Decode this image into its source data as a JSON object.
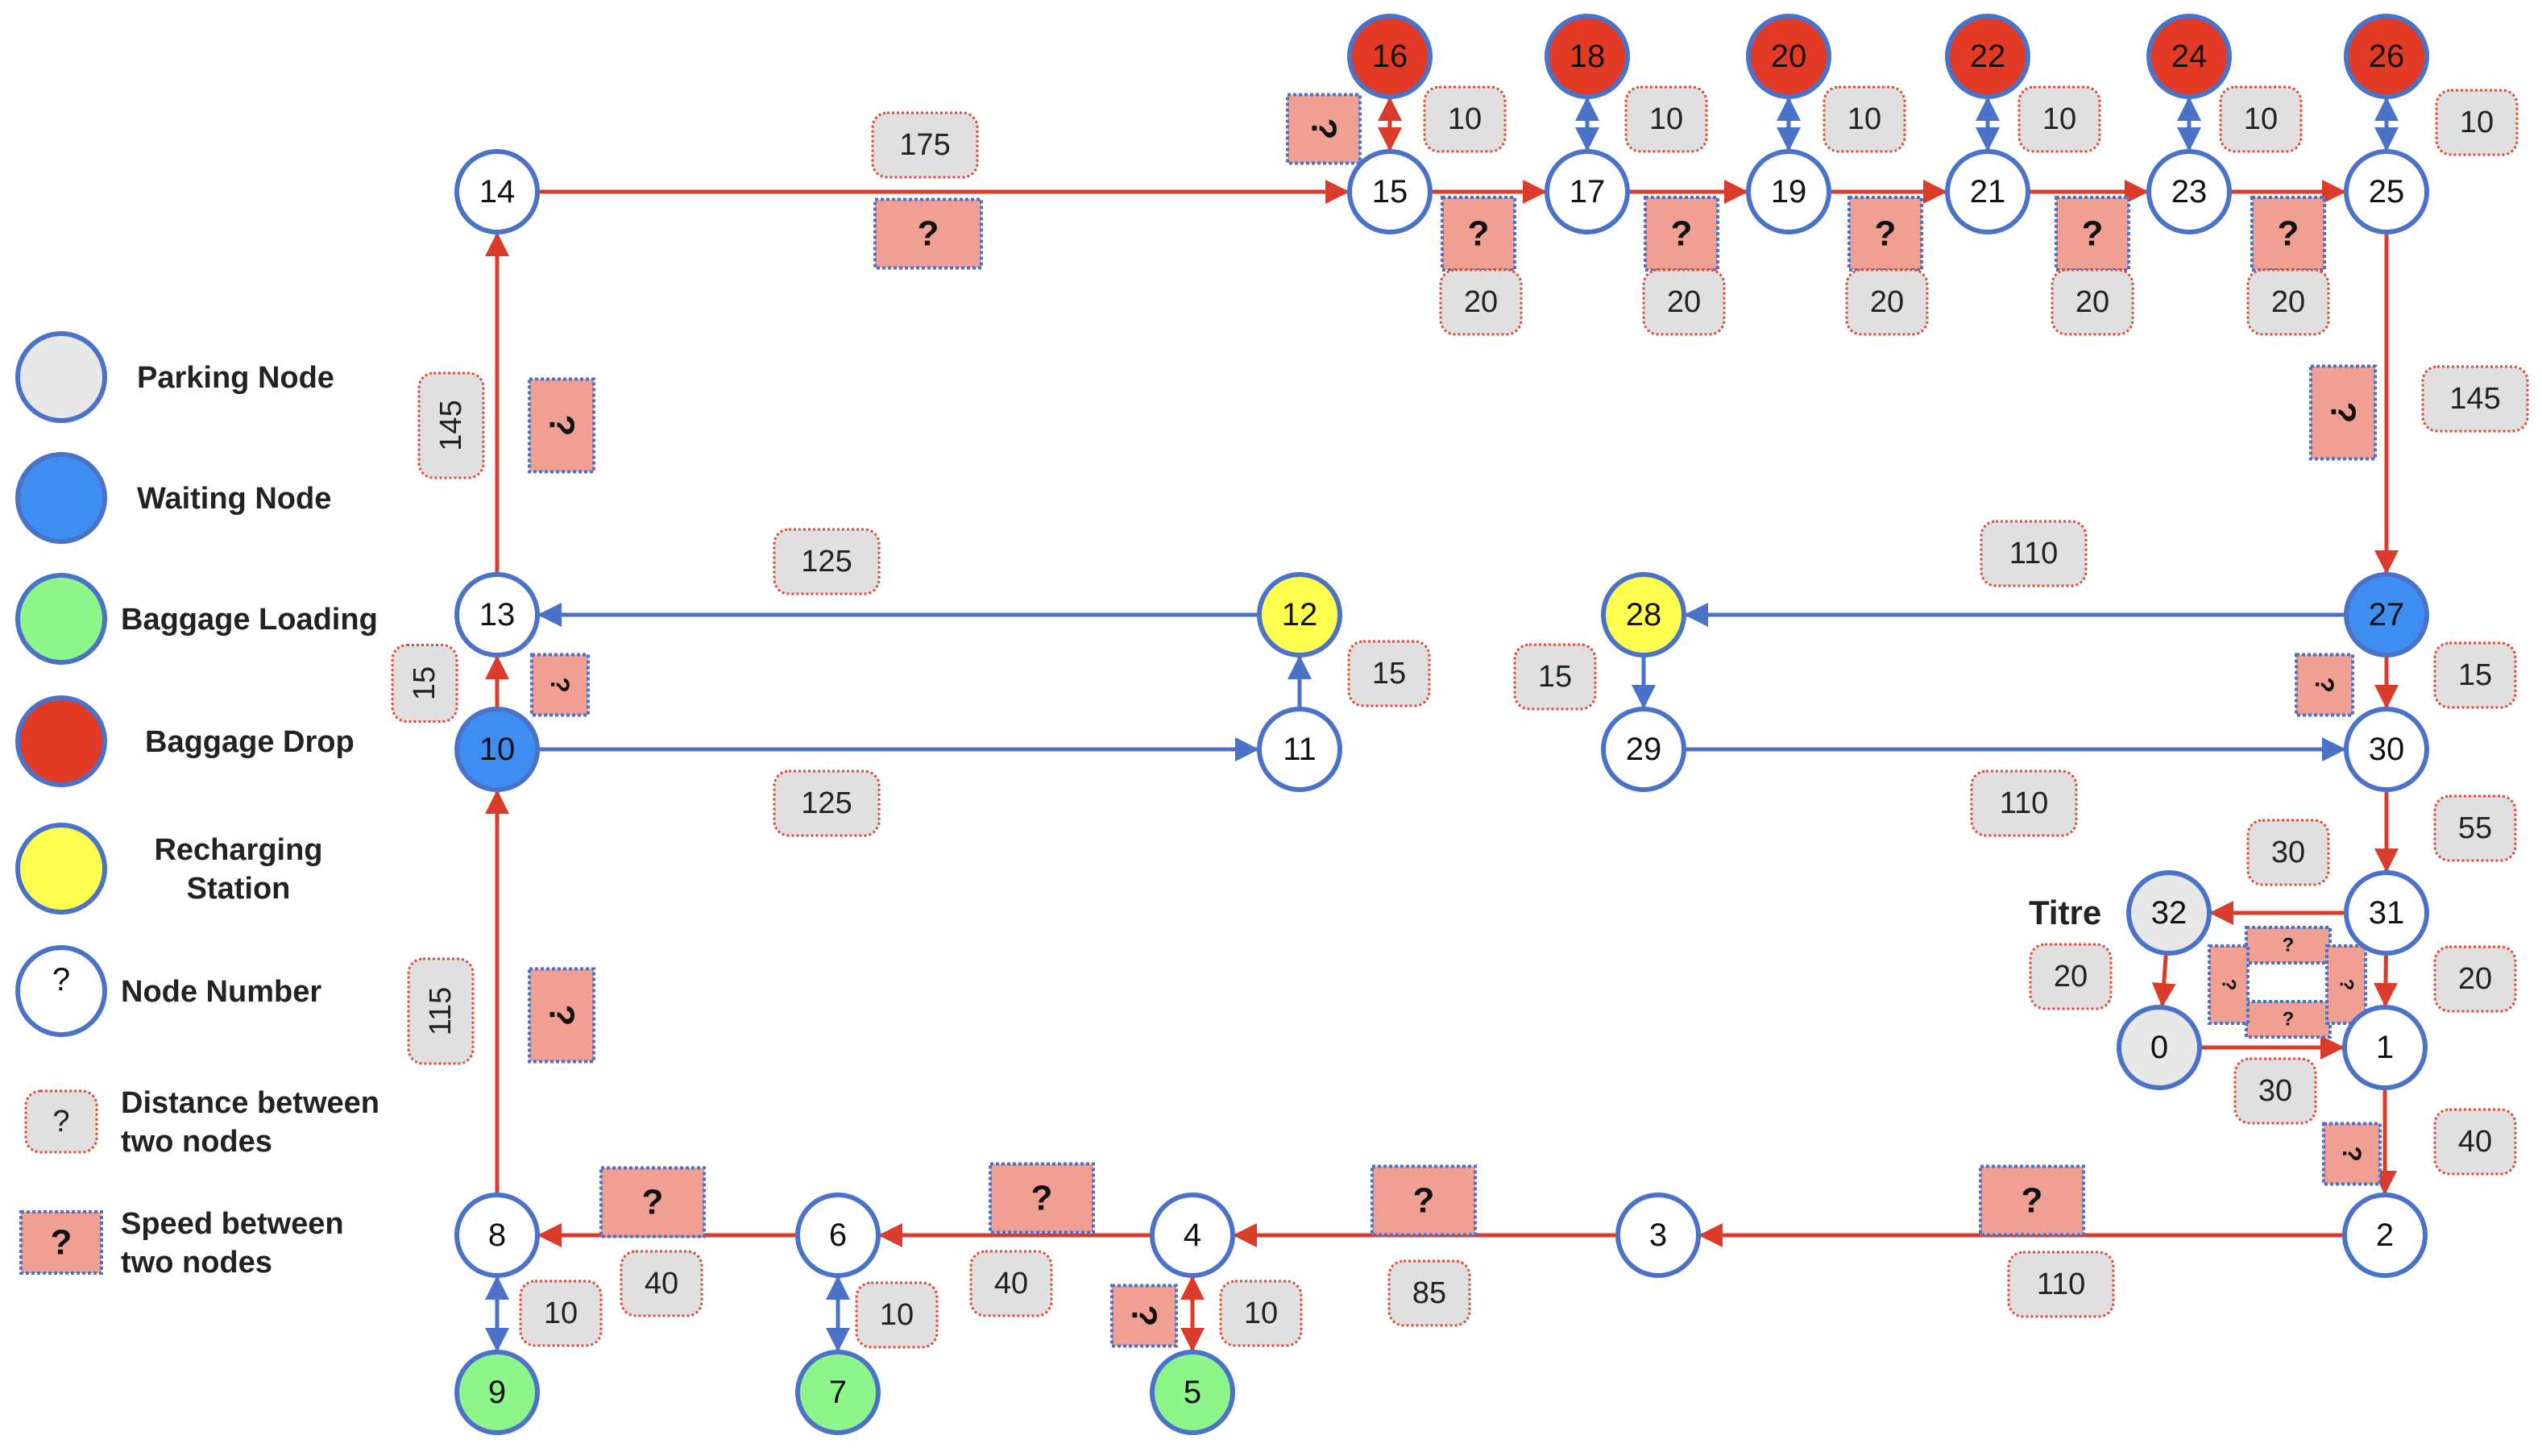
{
  "colors": {
    "red_edge": "#db3b2b",
    "blue_edge": "#4a72c8",
    "node_border": "#4a72c8",
    "parking": "#e8e8e8",
    "waiting": "#3e8ef2",
    "loading": "#8ef58a",
    "drop": "#e33a26",
    "recharging": "#ffff50",
    "plain": "#ffffff",
    "dist_bg": "#e0e0e0",
    "dist_border": "#e04a3a",
    "speed_bg": "#f0a093",
    "speed_border": "#4a72c8"
  },
  "legend": [
    {
      "type": "parking",
      "label": "Parking Node"
    },
    {
      "type": "waiting",
      "label": "Waiting Node"
    },
    {
      "type": "loading",
      "label": "Baggage Loading"
    },
    {
      "type": "drop",
      "label": "Baggage Drop"
    },
    {
      "type": "recharging",
      "label": "Recharging\nStation"
    },
    {
      "type": "plain",
      "label": "Node Number",
      "symbol": "?"
    },
    {
      "type": "distance",
      "label": "Distance between\ntwo nodes",
      "symbol": "?"
    },
    {
      "type": "speed",
      "label": "Speed between\ntwo nodes",
      "symbol": "?"
    }
  ],
  "title": "Titre",
  "nodes": [
    {
      "id": "0",
      "type": "parking"
    },
    {
      "id": "1",
      "type": "plain"
    },
    {
      "id": "2",
      "type": "plain"
    },
    {
      "id": "3",
      "type": "plain"
    },
    {
      "id": "4",
      "type": "plain"
    },
    {
      "id": "5",
      "type": "loading"
    },
    {
      "id": "6",
      "type": "plain"
    },
    {
      "id": "7",
      "type": "loading"
    },
    {
      "id": "8",
      "type": "plain"
    },
    {
      "id": "9",
      "type": "loading"
    },
    {
      "id": "10",
      "type": "waiting"
    },
    {
      "id": "11",
      "type": "plain"
    },
    {
      "id": "12",
      "type": "recharging"
    },
    {
      "id": "13",
      "type": "plain"
    },
    {
      "id": "14",
      "type": "plain"
    },
    {
      "id": "15",
      "type": "plain"
    },
    {
      "id": "16",
      "type": "drop"
    },
    {
      "id": "17",
      "type": "plain"
    },
    {
      "id": "18",
      "type": "drop"
    },
    {
      "id": "19",
      "type": "plain"
    },
    {
      "id": "20",
      "type": "drop"
    },
    {
      "id": "21",
      "type": "plain"
    },
    {
      "id": "22",
      "type": "drop"
    },
    {
      "id": "23",
      "type": "plain"
    },
    {
      "id": "24",
      "type": "drop"
    },
    {
      "id": "25",
      "type": "plain"
    },
    {
      "id": "26",
      "type": "drop"
    },
    {
      "id": "27",
      "type": "waiting"
    },
    {
      "id": "28",
      "type": "recharging"
    },
    {
      "id": "29",
      "type": "plain"
    },
    {
      "id": "30",
      "type": "plain"
    },
    {
      "id": "31",
      "type": "plain"
    },
    {
      "id": "32",
      "type": "parking"
    }
  ],
  "edges": [
    {
      "from": "2",
      "to": "3",
      "color": "red",
      "dir": "forward"
    },
    {
      "from": "3",
      "to": "4",
      "color": "red",
      "dir": "forward"
    },
    {
      "from": "4",
      "to": "6",
      "color": "red",
      "dir": "forward"
    },
    {
      "from": "6",
      "to": "8",
      "color": "red",
      "dir": "forward"
    },
    {
      "from": "8",
      "to": "10",
      "color": "red",
      "dir": "forward"
    },
    {
      "from": "10",
      "to": "13",
      "color": "red",
      "dir": "forward"
    },
    {
      "from": "13",
      "to": "14",
      "color": "red",
      "dir": "forward"
    },
    {
      "from": "14",
      "to": "15",
      "color": "red",
      "dir": "forward"
    },
    {
      "from": "15",
      "to": "17",
      "color": "red",
      "dir": "forward"
    },
    {
      "from": "17",
      "to": "19",
      "color": "red",
      "dir": "forward"
    },
    {
      "from": "19",
      "to": "21",
      "color": "red",
      "dir": "forward"
    },
    {
      "from": "21",
      "to": "23",
      "color": "red",
      "dir": "forward"
    },
    {
      "from": "23",
      "to": "25",
      "color": "red",
      "dir": "forward"
    },
    {
      "from": "25",
      "to": "27",
      "color": "red",
      "dir": "forward"
    },
    {
      "from": "27",
      "to": "30",
      "color": "red",
      "dir": "forward"
    },
    {
      "from": "30",
      "to": "31",
      "color": "red",
      "dir": "forward"
    },
    {
      "from": "31",
      "to": "1",
      "color": "red",
      "dir": "forward"
    },
    {
      "from": "31",
      "to": "32",
      "color": "red",
      "dir": "forward"
    },
    {
      "from": "32",
      "to": "0",
      "color": "red",
      "dir": "forward"
    },
    {
      "from": "0",
      "to": "1",
      "color": "red",
      "dir": "forward"
    },
    {
      "from": "1",
      "to": "2",
      "color": "red",
      "dir": "forward"
    },
    {
      "from": "10",
      "to": "11",
      "color": "blue",
      "dir": "forward"
    },
    {
      "from": "11",
      "to": "12",
      "color": "blue",
      "dir": "forward"
    },
    {
      "from": "12",
      "to": "13",
      "color": "blue",
      "dir": "forward"
    },
    {
      "from": "27",
      "to": "28",
      "color": "blue",
      "dir": "forward"
    },
    {
      "from": "28",
      "to": "29",
      "color": "blue",
      "dir": "forward"
    },
    {
      "from": "29",
      "to": "30",
      "color": "blue",
      "dir": "forward"
    },
    {
      "from": "8",
      "to": "9",
      "color": "blue",
      "dir": "both"
    },
    {
      "from": "6",
      "to": "7",
      "color": "blue",
      "dir": "both"
    },
    {
      "from": "4",
      "to": "5",
      "color": "red",
      "dir": "both"
    },
    {
      "from": "15",
      "to": "16",
      "color": "red",
      "dir": "both"
    },
    {
      "from": "17",
      "to": "18",
      "color": "blue",
      "dir": "both"
    },
    {
      "from": "19",
      "to": "20",
      "color": "blue",
      "dir": "both"
    },
    {
      "from": "21",
      "to": "22",
      "color": "blue",
      "dir": "both"
    },
    {
      "from": "23",
      "to": "24",
      "color": "blue",
      "dir": "both"
    },
    {
      "from": "25",
      "to": "26",
      "color": "blue",
      "dir": "both"
    }
  ],
  "distances": [
    {
      "edge": "14-15",
      "value": "175"
    },
    {
      "edge": "15-17",
      "value": "20"
    },
    {
      "edge": "17-19",
      "value": "20"
    },
    {
      "edge": "19-21",
      "value": "20"
    },
    {
      "edge": "21-23",
      "value": "20"
    },
    {
      "edge": "23-25",
      "value": "20"
    },
    {
      "edge": "15-16",
      "value": "10"
    },
    {
      "edge": "17-18",
      "value": "10"
    },
    {
      "edge": "19-20",
      "value": "10"
    },
    {
      "edge": "21-22",
      "value": "10"
    },
    {
      "edge": "23-24",
      "value": "10"
    },
    {
      "edge": "25-26",
      "value": "10"
    },
    {
      "edge": "13-14",
      "value": "145"
    },
    {
      "edge": "25-27",
      "value": "145"
    },
    {
      "edge": "12-13",
      "value": "125"
    },
    {
      "edge": "10-11",
      "value": "125"
    },
    {
      "edge": "27-28",
      "value": "110"
    },
    {
      "edge": "29-30",
      "value": "110"
    },
    {
      "edge": "10-13",
      "value": "15"
    },
    {
      "edge": "11-12",
      "value": "15"
    },
    {
      "edge": "28-29",
      "value": "15"
    },
    {
      "edge": "27-30",
      "value": "15"
    },
    {
      "edge": "30-31",
      "value": "55"
    },
    {
      "edge": "31-32",
      "value": "30"
    },
    {
      "edge": "32-0",
      "value": "20"
    },
    {
      "edge": "31-1",
      "value": "20"
    },
    {
      "edge": "0-1",
      "value": "30"
    },
    {
      "edge": "1-2",
      "value": "40"
    },
    {
      "edge": "8-10",
      "value": "115"
    },
    {
      "edge": "2-3",
      "value": "110"
    },
    {
      "edge": "3-4",
      "value": "85"
    },
    {
      "edge": "4-6",
      "value": "40"
    },
    {
      "edge": "6-8",
      "value": "40"
    },
    {
      "edge": "8-9",
      "value": "10"
    },
    {
      "edge": "6-7",
      "value": "10"
    },
    {
      "edge": "4-5",
      "value": "10"
    }
  ],
  "speed_symbol": "?"
}
